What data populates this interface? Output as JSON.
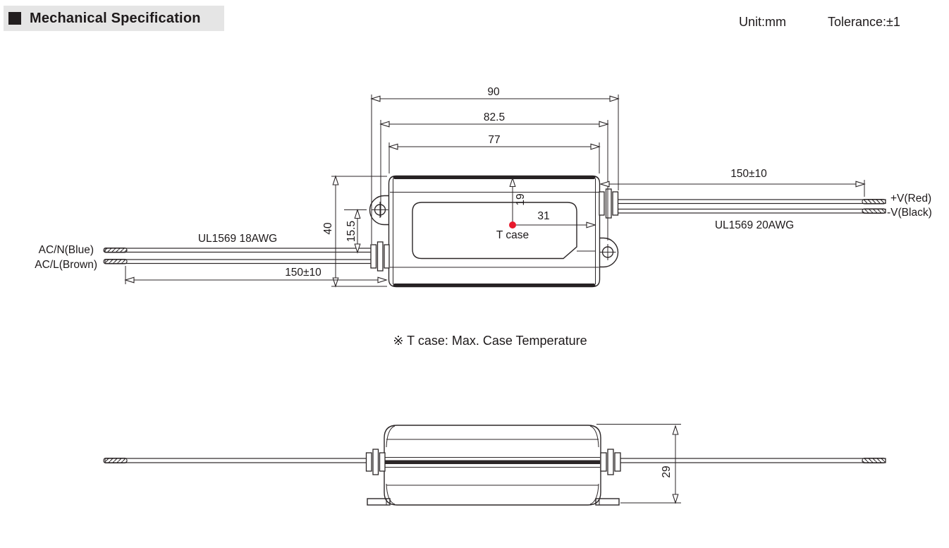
{
  "header": {
    "title": "Mechanical Specification",
    "unit": "Unit:mm",
    "tolerance": "Tolerance:±1"
  },
  "colors": {
    "line": "#2b2627",
    "tcase_dot": "#e8192c",
    "title_bg": "#e5e5e5"
  },
  "front_view": {
    "dim_overall_length": "90",
    "dim_mounting_pitch": "82.5",
    "dim_case_length": "77",
    "dim_case_width": "40",
    "dim_hole_to_wire": "15.5",
    "dim_tcase_from_top": "19",
    "dim_tcase_from_right": "31",
    "dim_input_wire_length": "150±10",
    "dim_output_wire_length": "150±10",
    "label_input_wire_spec": "UL1569  18AWG",
    "label_output_wire_spec": "UL1569  20AWG",
    "label_ac_n": "AC/N(Blue)",
    "label_ac_l": "AC/L(Brown)",
    "label_v_plus": "+V(Red)",
    "label_v_minus": "-V(Black)",
    "label_tcase": "T case"
  },
  "side_view": {
    "dim_case_height": "29"
  },
  "note": {
    "text": "※ T case: Max. Case Temperature"
  }
}
